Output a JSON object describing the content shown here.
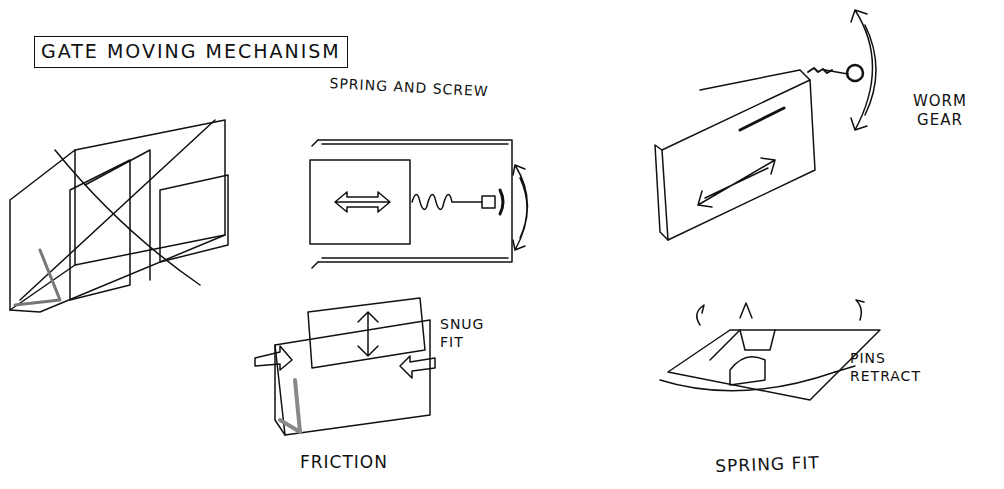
{
  "diagram": {
    "title": "GATE MOVING MECHANISM",
    "labels": [
      "SPRING AND SCREW",
      "WORM GEAR",
      "SNUG FIT",
      "FRICTION",
      "PINS RETRACT",
      "SPRING FIT"
    ]
  }
}
